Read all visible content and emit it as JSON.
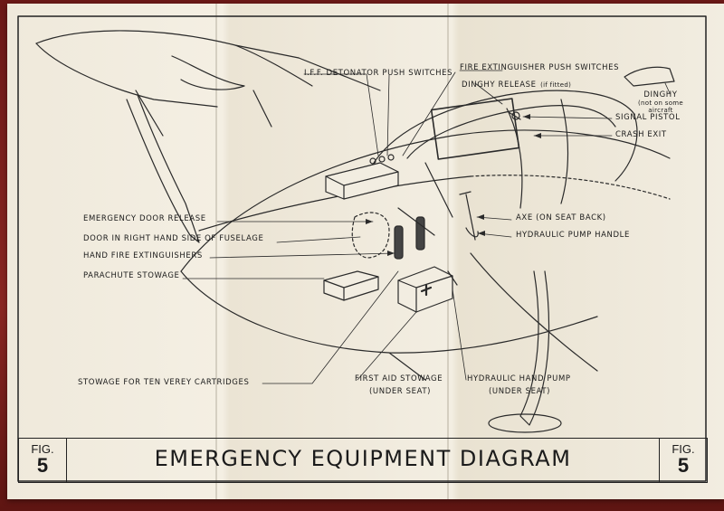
{
  "labels": {
    "ife_detonator": "I.F.F. DETONATOR PUSH SWITCHES",
    "fire_ext_push": "FIRE EXTINGUISHER PUSH SWITCHES",
    "dinghy_release": "DINGHY RELEASE",
    "dinghy_release_note": "(if fitted)",
    "dinghy": "DINGHY",
    "dinghy_note_1": "(not on some",
    "dinghy_note_2": "aircraft",
    "signal_pistol": "SIGNAL PISTOL",
    "crash_exit": "CRASH EXIT",
    "emergency_door": "EMERGENCY DOOR RELEASE",
    "door_right": "DOOR IN RIGHT HAND SIDE OF FUSELAGE",
    "hand_fire": "HAND FIRE EXTINGUISHERS",
    "parachute": "PARACHUTE STOWAGE",
    "axe": "AXE (ON SEAT BACK)",
    "hyd_pump_handle": "HYDRAULIC PUMP HANDLE",
    "verey": "STOWAGE FOR TEN VEREY CARTRIDGES",
    "first_aid_1": "FIRST AID STOWAGE",
    "first_aid_2": "(UNDER SEAT)",
    "hyd_hand_pump_1": "HYDRAULIC HAND PUMP",
    "hyd_hand_pump_2": "(UNDER SEAT)"
  },
  "footer": {
    "fig_label": "FIG.",
    "fig_number": "5",
    "title": "EMERGENCY EQUIPMENT DIAGRAM"
  },
  "colors": {
    "ink": "#1b1b1b",
    "paper": "#f2ede1",
    "background": "#7a1f1c"
  }
}
